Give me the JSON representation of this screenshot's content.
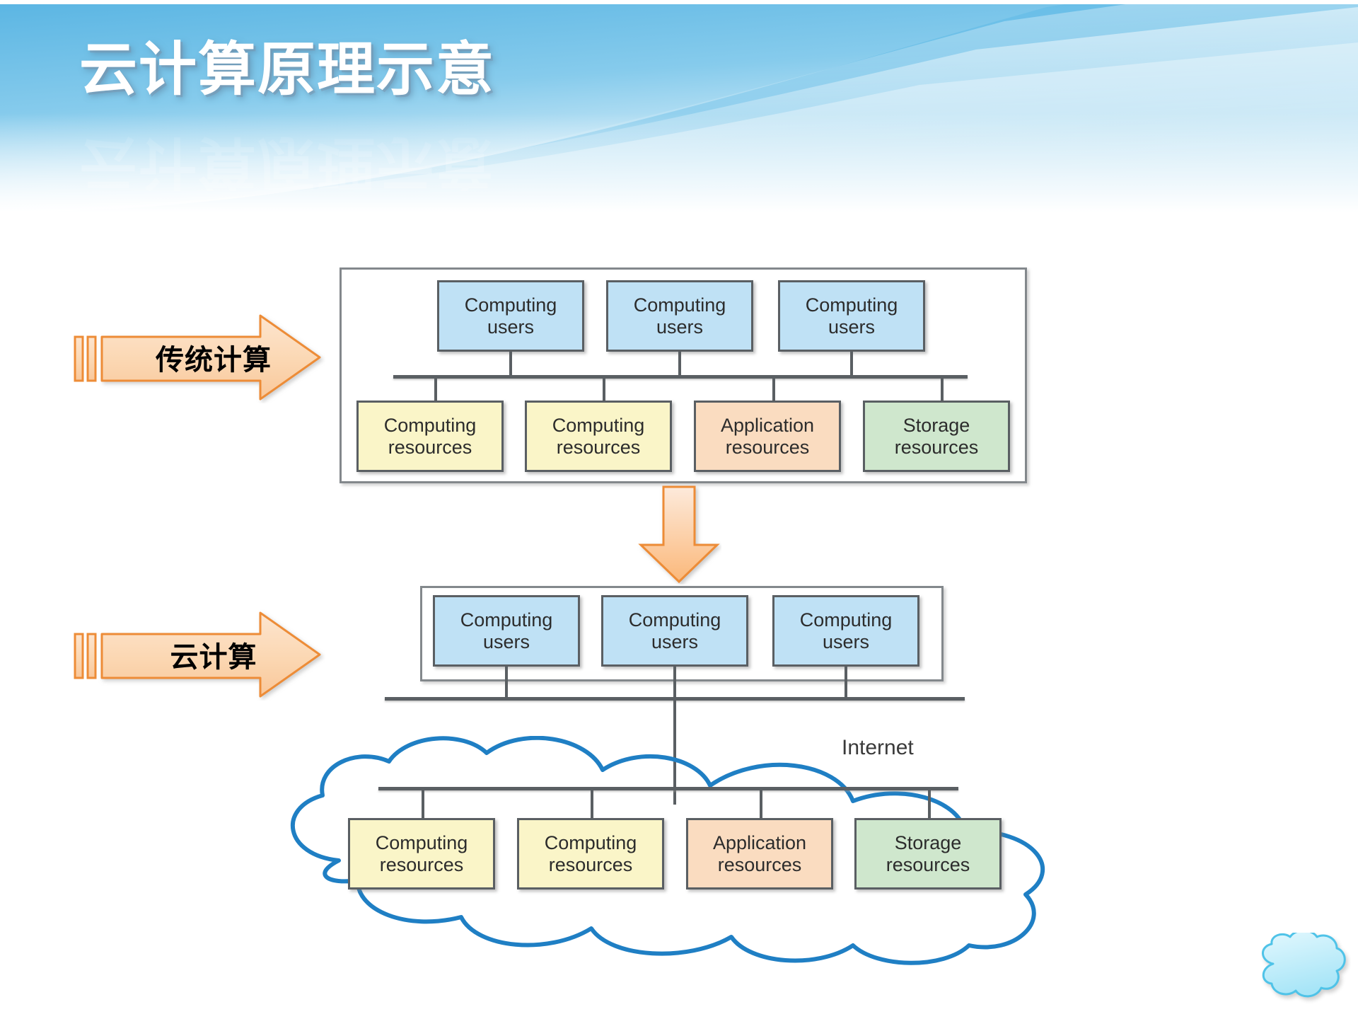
{
  "slide": {
    "title": "云计算原理示意",
    "background_color": "#ffffff",
    "header_accent_color": "#5bb6e4"
  },
  "banner_arrows": [
    {
      "label": "传统计算",
      "fill": "#fbd9b6",
      "stroke": "#ed8c37"
    },
    {
      "label": "云计算",
      "fill": "#fbd9b6",
      "stroke": "#ed8c37"
    }
  ],
  "flow_arrow": {
    "name": "down-arrow",
    "fill": "#fbc391",
    "stroke": "#ed8c37"
  },
  "diagram_top": {
    "name": "traditional-computing-diagram",
    "users": [
      {
        "line1": "Computing",
        "line2": "users",
        "color": "#bfe1f5"
      },
      {
        "line1": "Computing",
        "line2": "users",
        "color": "#bfe1f5"
      },
      {
        "line1": "Computing",
        "line2": "users",
        "color": "#bfe1f5"
      }
    ],
    "resources": [
      {
        "line1": "Computing",
        "line2": "resources",
        "color": "#faf5c8"
      },
      {
        "line1": "Computing",
        "line2": "resources",
        "color": "#faf5c8"
      },
      {
        "line1": "Application",
        "line2": "resources",
        "color": "#fadcc0"
      },
      {
        "line1": "Storage",
        "line2": "resources",
        "color": "#cfe7cd"
      }
    ]
  },
  "diagram_bottom": {
    "name": "cloud-computing-diagram",
    "internet_label": "Internet",
    "cloud_stroke": "#1f7fc4",
    "users": [
      {
        "line1": "Computing",
        "line2": "users",
        "color": "#bfe1f5"
      },
      {
        "line1": "Computing",
        "line2": "users",
        "color": "#bfe1f5"
      },
      {
        "line1": "Computing",
        "line2": "users",
        "color": "#bfe1f5"
      }
    ],
    "resources": [
      {
        "line1": "Computing",
        "line2": "resources",
        "color": "#faf5c8"
      },
      {
        "line1": "Computing",
        "line2": "resources",
        "color": "#faf5c8"
      },
      {
        "line1": "Application",
        "line2": "resources",
        "color": "#fadcc0"
      },
      {
        "line1": "Storage",
        "line2": "resources",
        "color": "#cfe7cd"
      }
    ]
  },
  "decoration": {
    "cloud_icon": "cloud-icon",
    "cloud_fill": "#bff0fb",
    "cloud_stroke": "#4fc3e8"
  }
}
